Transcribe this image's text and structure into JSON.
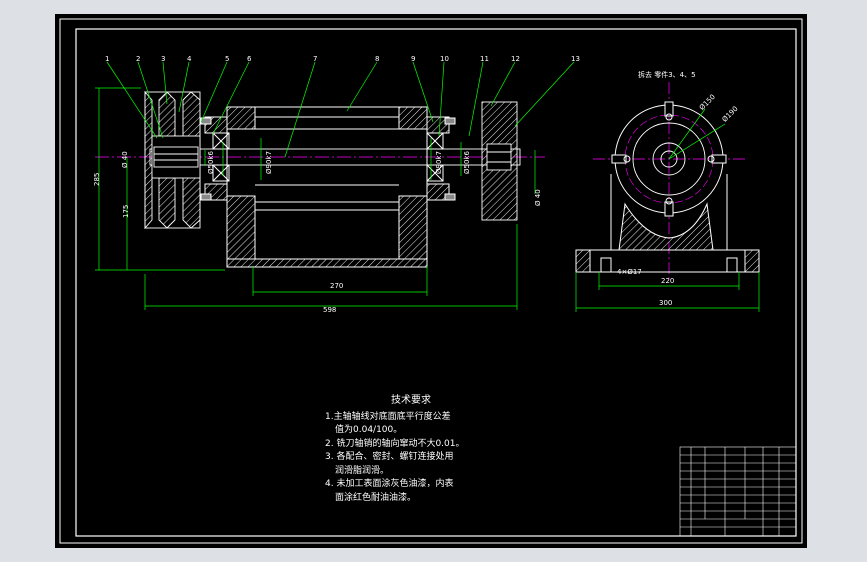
{
  "drawing": {
    "part_labels": [
      "1",
      "2",
      "3",
      "4",
      "5",
      "6",
      "7",
      "8",
      "9",
      "10",
      "11",
      "12",
      "13"
    ],
    "view_title": "拆去 零件3、4、5",
    "dims": {
      "d150": "Ø150",
      "d190": "Ø190",
      "bolts": "4×Ø17",
      "w220": "220",
      "w300": "300",
      "h285": "285",
      "h175": "175",
      "l270": "270",
      "l598": "598",
      "left_shaft_dia": "Ø 40",
      "right_shaft_dia": "Ø 40",
      "bearing_l": "Ø50k6",
      "sleeve_l": "Ø90k7",
      "sleeve_r": "Ø90k7",
      "bearing_r": "Ø50k6"
    },
    "tech_req": {
      "title": "技术要求",
      "lines": [
        "1.主轴轴线对底面底平行度公差",
        "值为0.04/100。",
        "2. 铣刀轴销的轴向窜动不大0.01。",
        "3. 各配合、密封、螺钉连接处用",
        "润滑脂润滑。",
        "4. 未加工表面涂灰色油漆，内表",
        "面涂红色耐油油漆。"
      ]
    }
  }
}
